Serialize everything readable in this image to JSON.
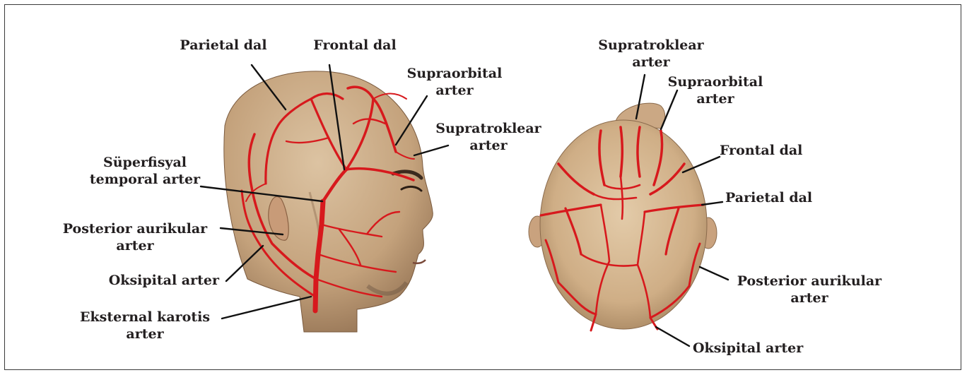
{
  "side_view": {
    "labels": {
      "parietal_dal": "Parietal dal",
      "frontal_dal": "Frontal dal",
      "supraorbital_l1": "Supraorbital",
      "supraorbital_l2": "arter",
      "supratroklear_l1": "Supratroklear",
      "supratroklear_l2": "arter",
      "superfisyal_l1": "Süperfisyal",
      "superfisyal_l2": "temporal arter",
      "posterior_l1": "Posterior aurikular",
      "posterior_l2": "arter",
      "oksipital": "Oksipital arter",
      "eksternal_l1": "Eksternal karotis",
      "eksternal_l2": "arter"
    }
  },
  "top_view": {
    "labels": {
      "supratroklear_l1": "Supratroklear",
      "supratroklear_l2": "arter",
      "supraorbital_l1": "Supraorbital",
      "supraorbital_l2": "arter",
      "frontal_dal": "Frontal dal",
      "parietal_dal": "Parietal dal",
      "posterior_l1": "Posterior aurikular",
      "posterior_l2": "arter",
      "oksipital": "Oksipital arter"
    }
  },
  "colors": {
    "artery": "#d7191d",
    "skin": "#c9a882",
    "skin_dark": "#8f6e4f",
    "leader": "#111111",
    "text": "#231f20"
  }
}
